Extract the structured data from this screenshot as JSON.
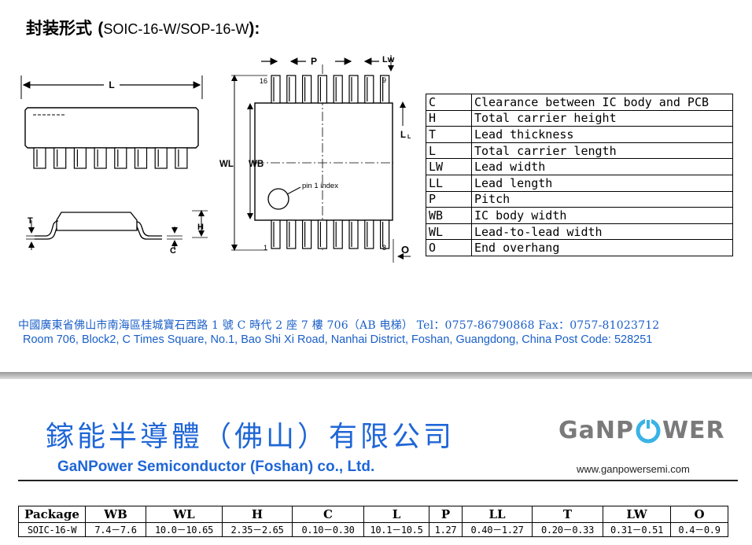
{
  "title": {
    "cn": "封装形式",
    "open": "(",
    "package": "SOIC-16-W/SOP-16-W",
    "close": "):"
  },
  "diagram": {
    "side_length": "L",
    "top_p": "P",
    "top_lw": "Lw",
    "pin16": "16",
    "pin9": "9",
    "pin1": "1",
    "pin8": "8",
    "ll": "L",
    "ll_sub": "L",
    "wl": "WL",
    "wb": "WB",
    "pin_index": "pin 1 index",
    "t": "T",
    "h": "H",
    "c": "C",
    "o": "O"
  },
  "legend": [
    {
      "code": "C",
      "desc": "Clearance between IC body and PCB"
    },
    {
      "code": "H",
      "desc": "Total carrier height"
    },
    {
      "code": "T",
      "desc": "Lead thickness"
    },
    {
      "code": "L",
      "desc": "Total carrier length"
    },
    {
      "code": "LW",
      "desc": "Lead width"
    },
    {
      "code": "LL",
      "desc": "Lead length"
    },
    {
      "code": "P",
      "desc": "Pitch"
    },
    {
      "code": "WB",
      "desc": "IC body width"
    },
    {
      "code": "WL",
      "desc": "Lead-to-lead width"
    },
    {
      "code": "O",
      "desc": "End overhang"
    }
  ],
  "address": {
    "cn": "中國廣東省佛山市南海區桂城寶石西路 1 號 C 時代 2 座 7 樓 706（AB 电梯） Tel：0757-86790868  Fax：0757-81023712",
    "en": "Room 706, Block2, C Times Square, No.1, Bao Shi Xi Road, Nanhai District, Foshan, Guangdong, China   Post Code: 528251"
  },
  "company": {
    "cn": "鎵能半導體（佛山）有限公司",
    "en": "GaNPower Semiconductor (Foshan) co., Ltd.",
    "website": "www.ganpowersemi.com",
    "logo_left": "GaNP",
    "logo_right": "WER"
  },
  "dims_table": {
    "headers": [
      "Package",
      "WB",
      "WL",
      "H",
      "C",
      "L",
      "P",
      "LL",
      "T",
      "LW",
      "O"
    ],
    "rows": [
      [
        "SOIC-16-W",
        "7.4－7.6",
        "10.0－10.65",
        "2.35－2.65",
        "0.10－0.30",
        "10.1－10.5",
        "1.27",
        "0.40－1.27",
        "0.20－0.33",
        "0.31－0.51",
        "0.4－0.9"
      ]
    ]
  },
  "colors": {
    "accent_blue": "#1f66d6",
    "address_blue": "#1a5fc8",
    "logo_gray": "#7a7a7a",
    "logo_ring": "#39b3e6"
  }
}
